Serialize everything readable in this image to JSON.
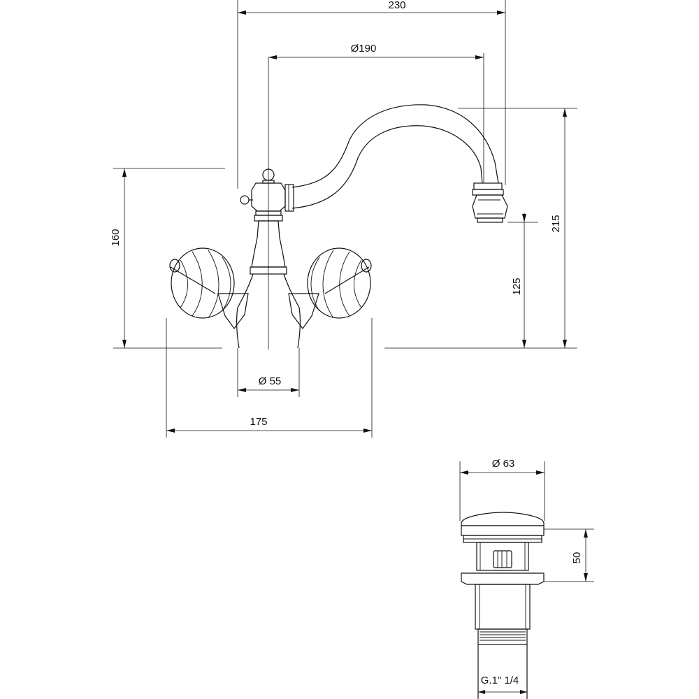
{
  "dimensions": {
    "width_230": "230",
    "dia_190": "Ø190",
    "height_215": "215",
    "height_160": "160",
    "height_125": "125",
    "dia_55": "Ø 55",
    "width_175": "175",
    "dia_63": "Ø 63",
    "height_50": "50",
    "thread": "G.1\" 1/4"
  }
}
